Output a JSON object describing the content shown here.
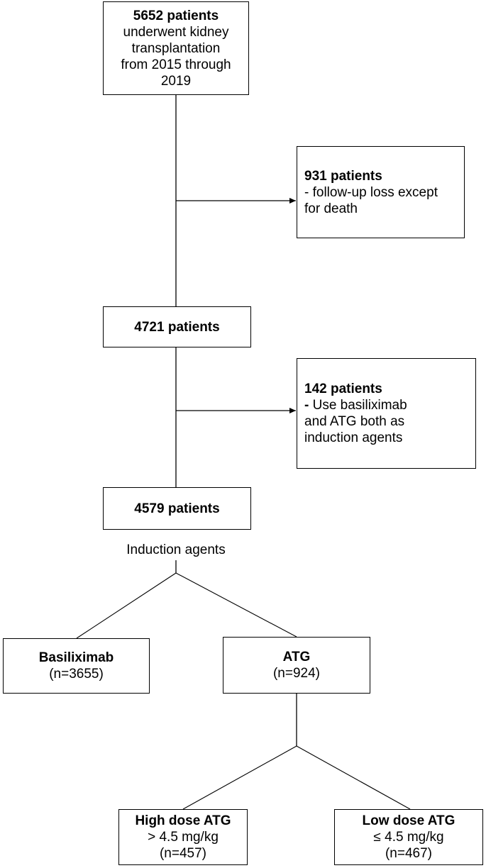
{
  "nodes": {
    "start": {
      "bold": "5652 patients",
      "lines": [
        "underwent kidney",
        "transplantation",
        "from 2015 through",
        "2019"
      ]
    },
    "excl1": {
      "bold": "931 patients",
      "lines": [
        "- follow-up loss except",
        "for death"
      ]
    },
    "mid1": {
      "bold": "4721 patients"
    },
    "excl2": {
      "bold": "142 patients",
      "dash": "-",
      "lines": [
        " Use basiliximab",
        "and ATG both as",
        "induction agents"
      ]
    },
    "mid2": {
      "bold": "4579 patients"
    },
    "induction_label": "Induction agents",
    "basiliximab": {
      "bold": "Basiliximab",
      "lines": [
        "(n=3655)"
      ]
    },
    "atg": {
      "bold": "ATG",
      "lines": [
        "(n=924)"
      ]
    },
    "high": {
      "bold": "High dose ATG",
      "lines": [
        "> 4.5 mg/kg",
        "(n=457)"
      ]
    },
    "low": {
      "bold": "Low dose ATG",
      "lines": [
        "≤ 4.5 mg/kg",
        "(n=467)"
      ]
    }
  }
}
